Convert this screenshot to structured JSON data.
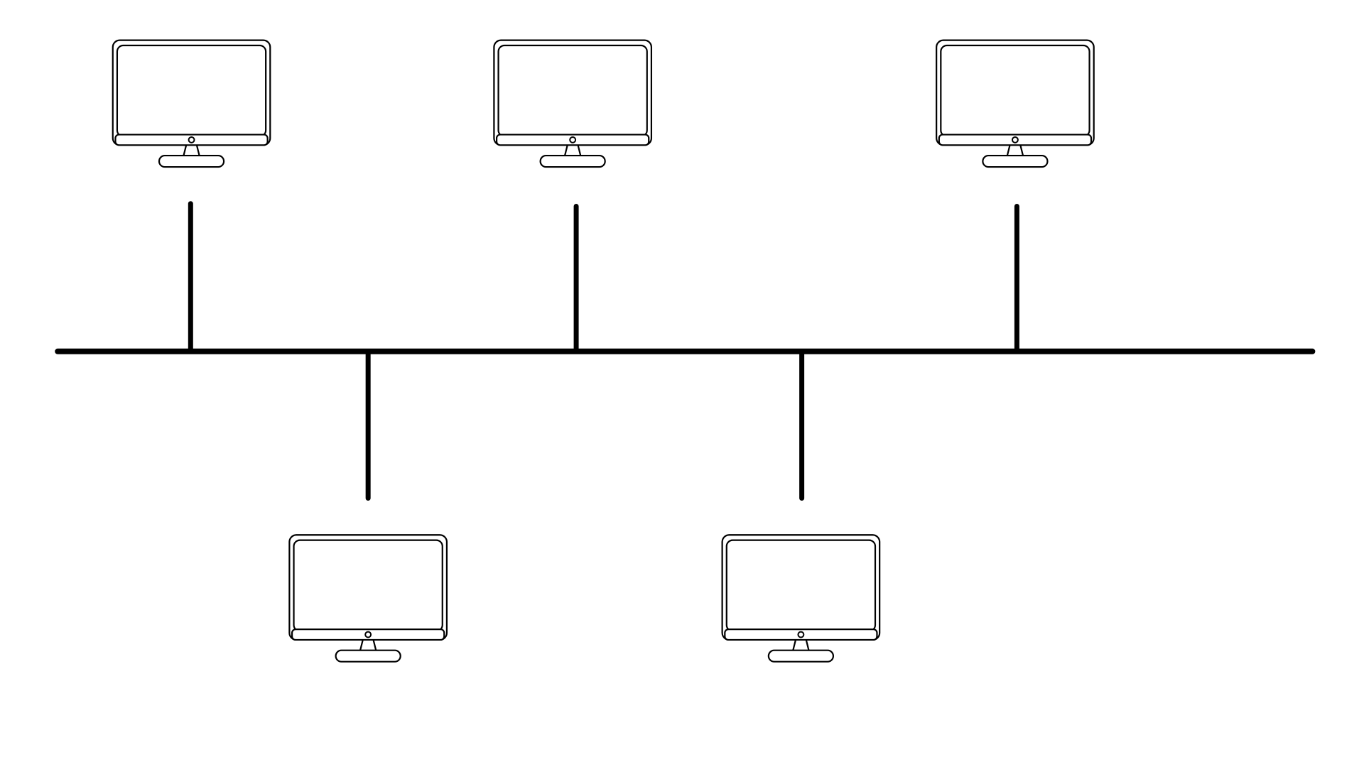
{
  "diagram": {
    "type": "bus-topology",
    "colors": {
      "background": "#ffffff",
      "line": "#000000",
      "screen_fill": "#ffffff"
    },
    "bus": {
      "name": "bus-line"
    },
    "nodes": [
      {
        "id": "computer-1",
        "icon": "monitor-icon",
        "side": "top"
      },
      {
        "id": "computer-2",
        "icon": "monitor-icon",
        "side": "bottom"
      },
      {
        "id": "computer-3",
        "icon": "monitor-icon",
        "side": "top"
      },
      {
        "id": "computer-4",
        "icon": "monitor-icon",
        "side": "bottom"
      },
      {
        "id": "computer-5",
        "icon": "monitor-icon",
        "side": "top"
      }
    ]
  }
}
